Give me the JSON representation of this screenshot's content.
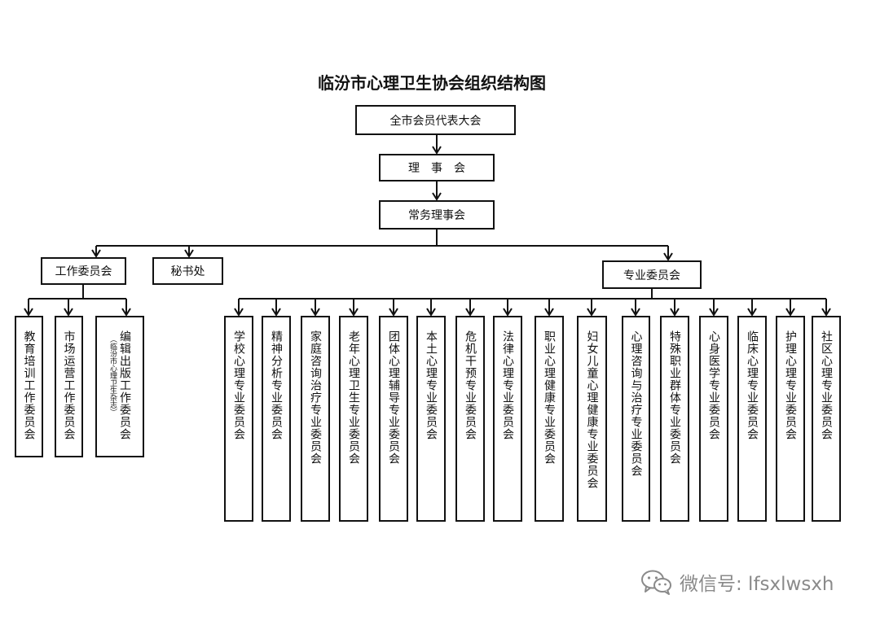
{
  "title": "临汾市心理卫生协会组织结构图",
  "top_nodes": {
    "congress": "全市会员代表大会",
    "council": "理　事　会",
    "standing": "常务理事会"
  },
  "mid_nodes": {
    "work_committee": "工作委员会",
    "secretariat": "秘书处",
    "professional_committee": "专业委员会"
  },
  "work_subcommittees": [
    {
      "label": "教育培训工作委员会"
    },
    {
      "label": "市场运营工作委员会"
    },
    {
      "label": "编辑出版工作委员会",
      "note": "（临汾市心理卫生杂志）"
    }
  ],
  "professional_subcommittees": [
    "学校心理专业委员会",
    "精神分析专业委员会",
    "家庭咨询治疗专业委员会",
    "老年心理卫生专业委员会",
    "团体心理辅导专业委员会",
    "本土心理专业委员会",
    "危机干预专业委员会",
    "法律心理专业委员会",
    "职业心理健康专业委员会",
    "妇女儿童心理健康专业委员会",
    "心理咨询与治疗专业委员会",
    "特殊职业群体专业委员会",
    "心身医学专业委员会",
    "临床心理专业委员会",
    "护理心理专业委员会",
    "社区心理专业委员会"
  ],
  "watermark": {
    "text": "微信号: lfsxlwsxh",
    "icon": "wechat-icon"
  },
  "colors": {
    "line": "#111111",
    "watermark": "#8a8a8a"
  }
}
